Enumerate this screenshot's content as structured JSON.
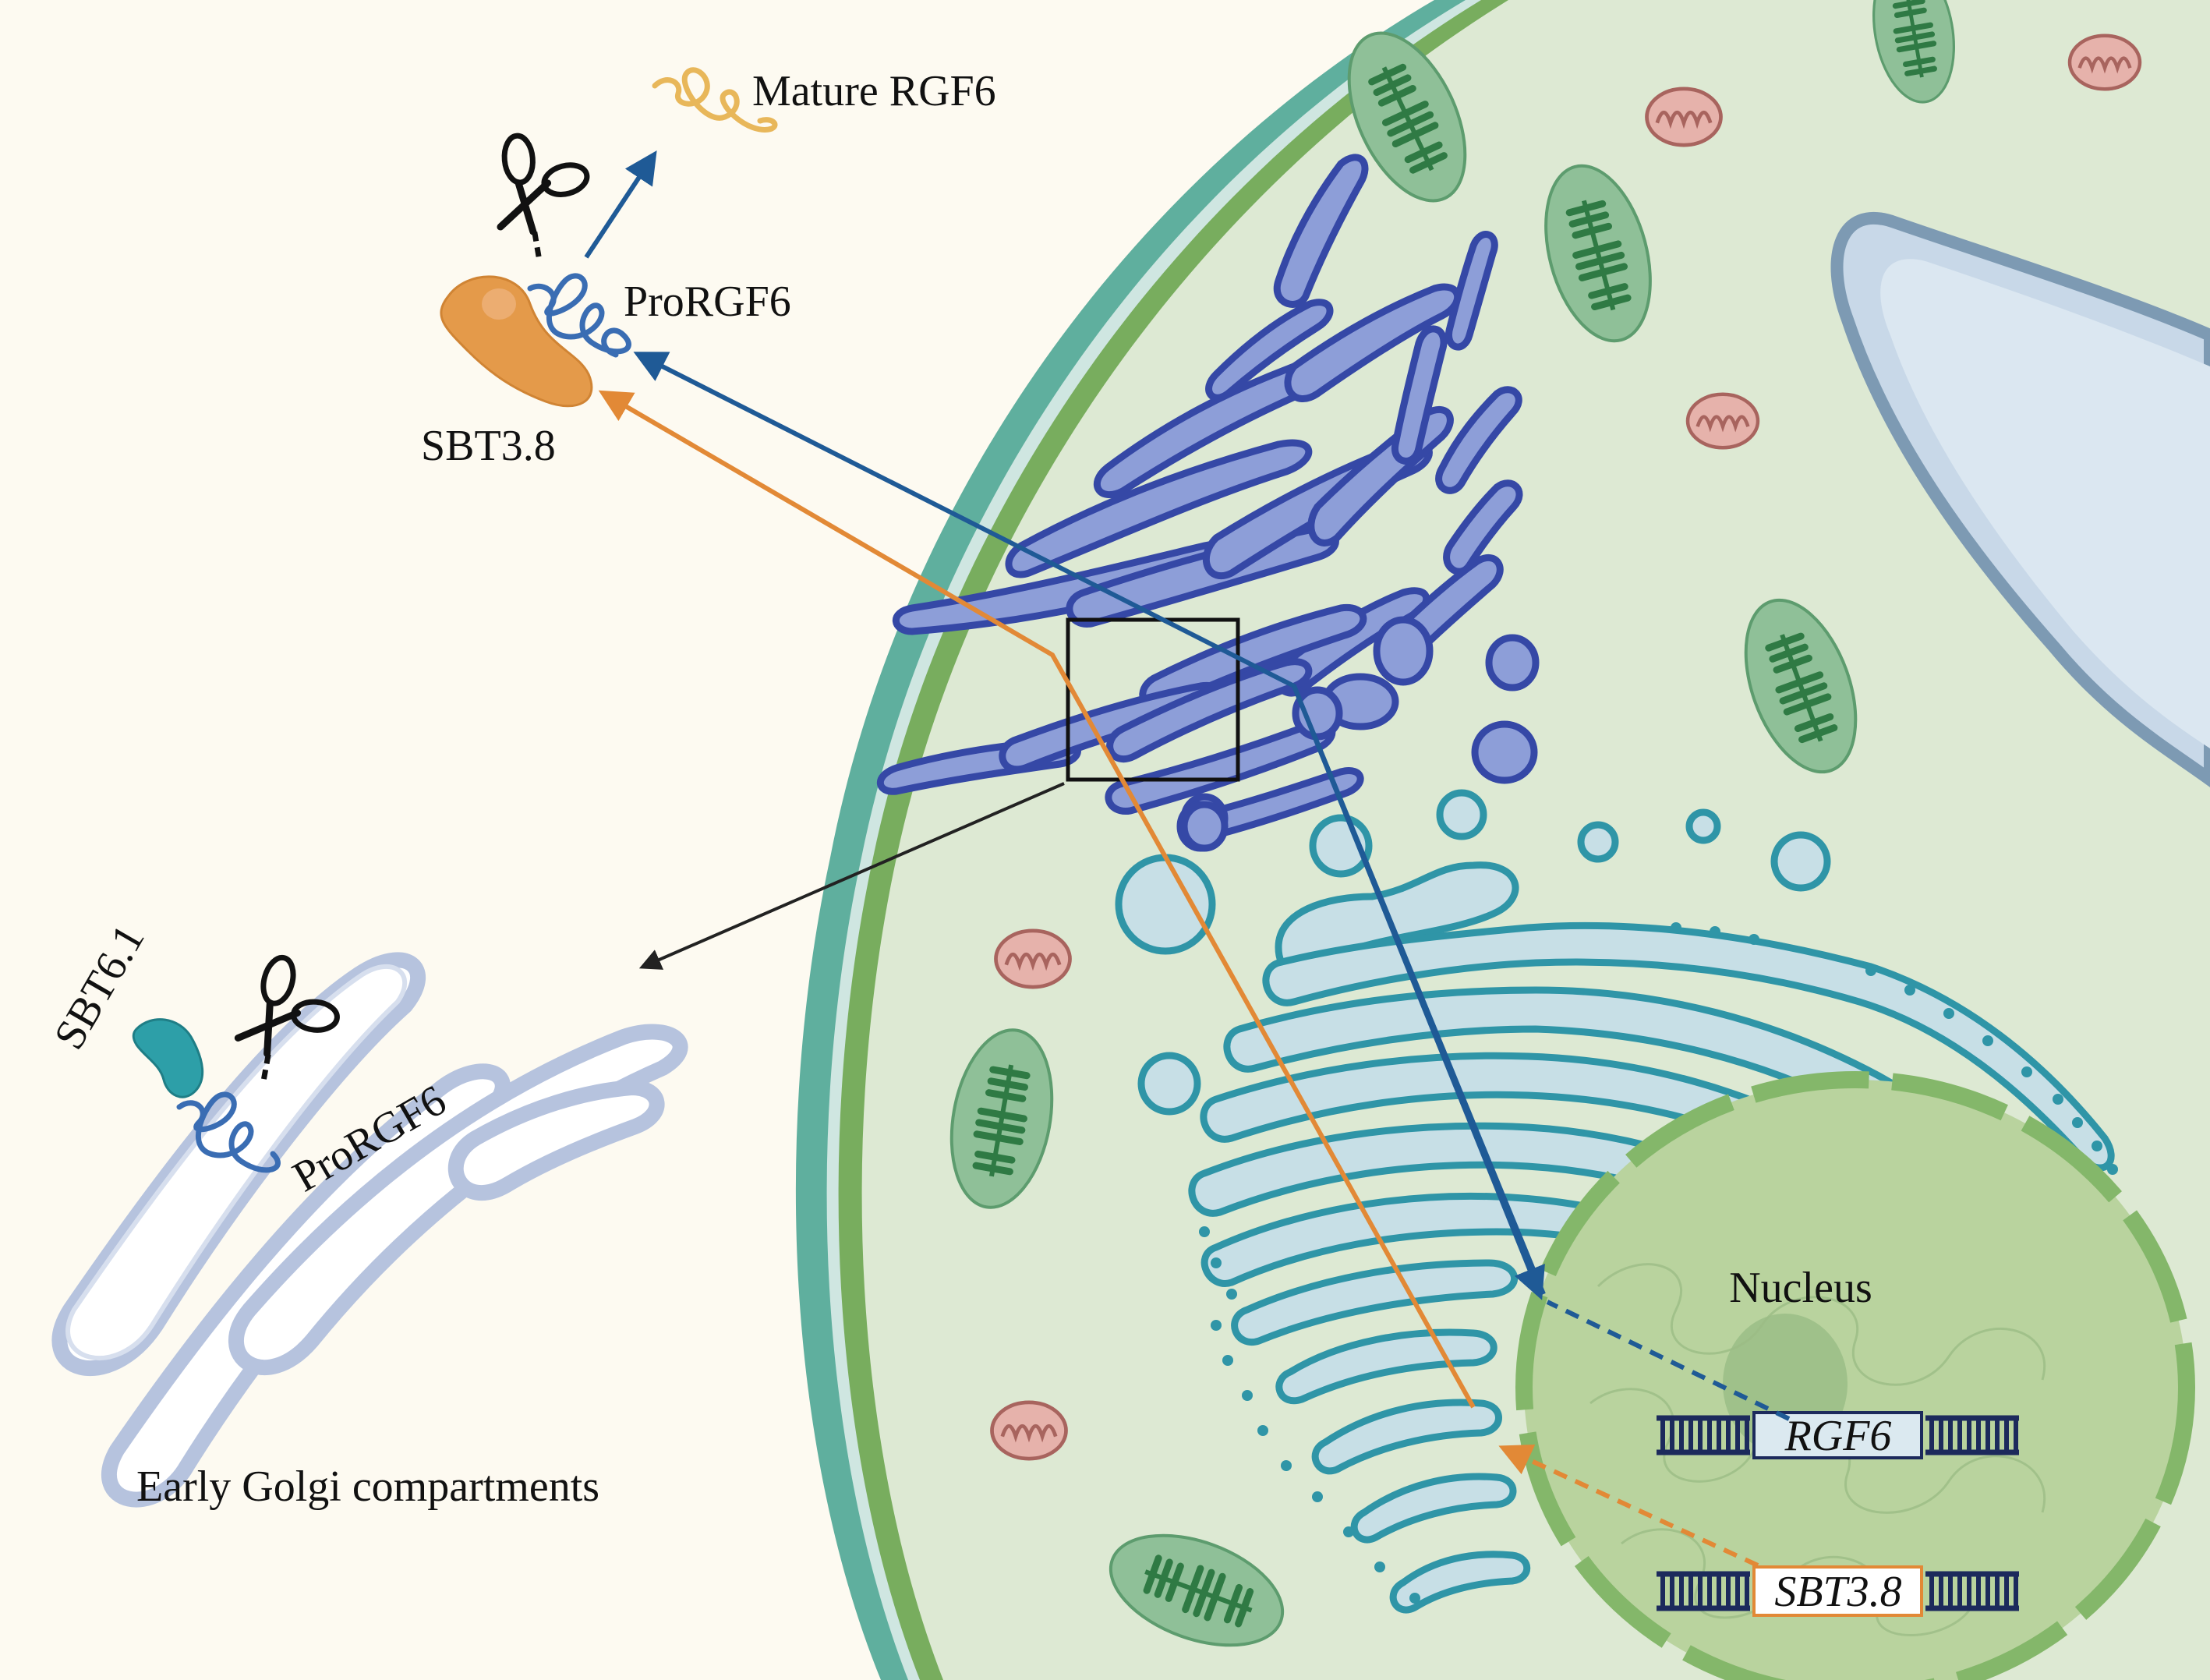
{
  "labels": {
    "mature_rgf6": "Mature RGF6",
    "prorgf6_top": "ProRGF6",
    "sbt38_protein": "SBT3.8",
    "sbt61": "SBT6.1",
    "prorgf6_golgi": "ProRGF6",
    "early_golgi": "Early Golgi compartments",
    "nucleus": "Nucleus",
    "gene_rgf6": "RGF6",
    "gene_sbt38": "SBT3.8"
  },
  "colors": {
    "background": "#fdfaf1",
    "cell_wall": "#5faf9e",
    "cell_membrane": "#78ad5e",
    "cytoplasm": "#dde9d3",
    "vacuole": "#dbe7f1",
    "vacuole_border": "#7d9ab3",
    "golgi_cis": "#8d9ed8",
    "golgi_cis_border": "#3548a6",
    "er": "#c7dfe6",
    "er_border": "#2f95a7",
    "nucleus": "#b9d39e",
    "nucleus_border": "#84b76a",
    "chloroplast": "#8fc098",
    "mitochondrion": "#e6b2ab",
    "sbt38_protein": "#e49a4a",
    "sbt61_protein": "#2d9fa8",
    "prorgf6": "#3a6db3",
    "mature_rgf6": "#e8b75a",
    "arrow_blue": "#1f5a96",
    "arrow_orange": "#e28936",
    "arrow_black": "#222222"
  },
  "icons": [
    "scissors-icon",
    "scissors-icon",
    "dna-icon",
    "dna-icon"
  ]
}
